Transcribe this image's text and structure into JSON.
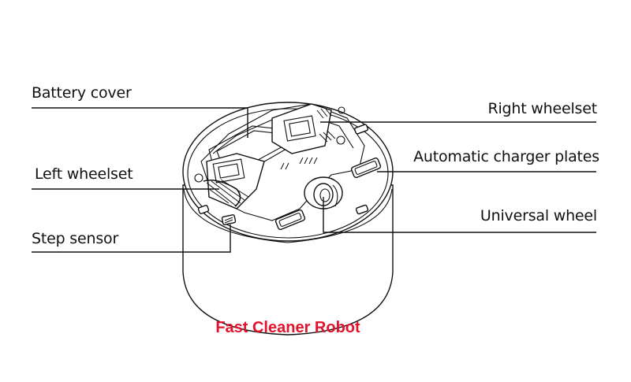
{
  "labels": {
    "battery_cover": "Battery cover",
    "left_wheelset": "Left wheelset",
    "step_sensor": "Step sensor",
    "right_wheelset": "Right wheelset",
    "automatic_charger_plates": "Automatic charger plates",
    "universal_wheel": "Universal wheel"
  },
  "caption": "Fast Cleaner Robot",
  "colors": {
    "caption": "#e2142d",
    "line": "#111111",
    "background": "#ffffff"
  }
}
